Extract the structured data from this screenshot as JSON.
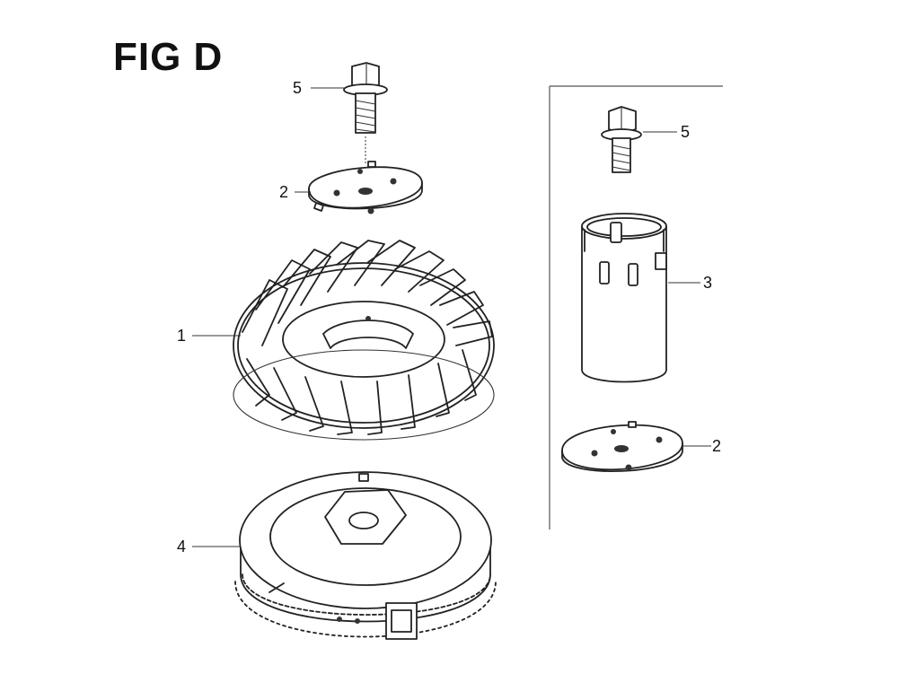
{
  "figure": {
    "title": "FIG D"
  },
  "callouts": {
    "left_bolt": "5",
    "left_plate": "2",
    "fan": "1",
    "flywheel": "4",
    "right_bolt": "5",
    "cup": "3",
    "right_plate": "2"
  },
  "icons": [
    "flange-bolt",
    "pulley-plate",
    "cooling-fan",
    "flywheel",
    "starter-cup"
  ]
}
